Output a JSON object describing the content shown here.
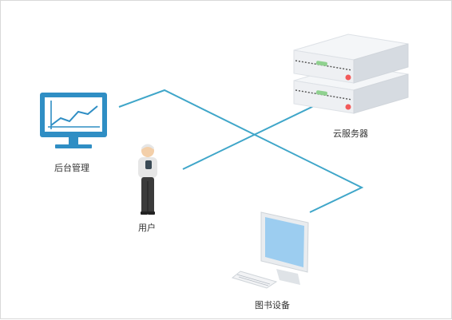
{
  "nodes": {
    "admin": {
      "label": "后台管理",
      "icon": "monitor-chart-icon"
    },
    "user": {
      "label": "用户",
      "icon": "person-icon"
    },
    "server": {
      "label": "云服务器",
      "icon": "server-rack-icon"
    },
    "device": {
      "label": "图书设备",
      "icon": "desktop-computer-icon"
    }
  },
  "colors": {
    "connector": "#3fa6c9",
    "monitor": "#2f8ec4",
    "server_body": "#eef0f3",
    "server_led": "#f25a5a",
    "server_status": "#8fd18f",
    "screen": "#9ccdf0"
  }
}
